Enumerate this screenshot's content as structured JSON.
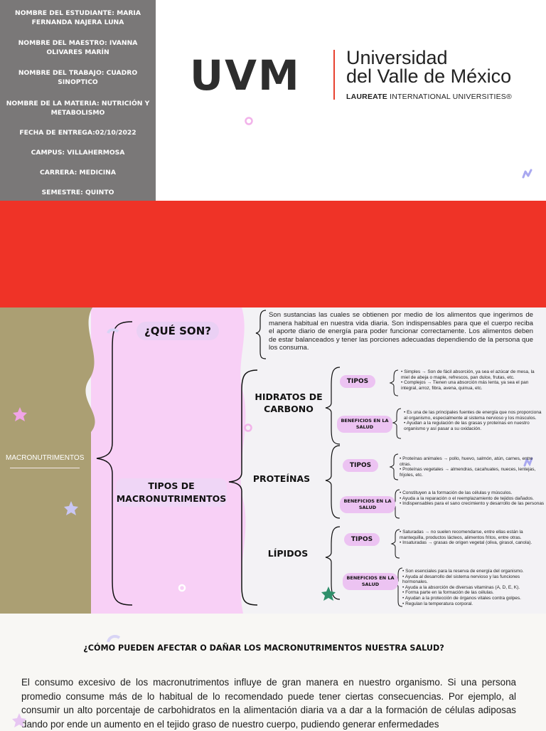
{
  "cover": {
    "student": "NOMBRE DEL ESTUDIANTE: MARIA FERNANDA NAJERA LUNA",
    "teacher": "NOMBRE DEL MAESTRO: IVANNA OLIVARES MARÍN",
    "work": "NOMBRE DEL TRABAJO: CUADRO SINOPTICO",
    "subject": "NOMBRE DE LA MATERIA: NUTRICIÓN Y METABOLISMO",
    "date": "FECHA DE ENTREGA:02/10/2022",
    "campus": "CAMPUS: VILLAHERMOSA",
    "career": "CARRERA: MEDICINA",
    "semester": "SEMESTRE: QUINTO"
  },
  "logo": {
    "letters": "UVM",
    "name_line1": "Universidad",
    "name_line2": "del Valle de México",
    "sub_bold": "LAUREATE",
    "sub_rest": "INTERNATIONAL UNIVERSITIES®"
  },
  "colors": {
    "accent_red": "#ef3327",
    "panel_gray": "#7a7878",
    "olive": "#ab9f73",
    "pink": "#f6d0f6",
    "pill": "#ecc3f2"
  },
  "map": {
    "root": "MACRONUTRIMENTOS",
    "que_son_title": "¿QUÉ SON?",
    "definition": "Son sustancias las cuales se obtienen por medio de los alimentos que ingerimos de manera habitual en nuestra vida diaria. Son indispensables para que el cuerpo reciba el aporte diario de energía para poder funcionar correctamente. Los alimentos deben de estar balanceados y tener las porciones adecuadas dependiendo de la persona que los consuma.",
    "tipos_title": "TIPOS DE MACRONUTRIMENTOS",
    "tipos_label": "TIPOS",
    "beneficios_label": "BENEFICIOS EN LA SALUD",
    "groups": [
      {
        "name": "HIDRATOS DE CARBONO",
        "tipos": [
          "Simples → Son de fácil absorción, ya sea el azúcar de mesa, la miel de abeja o maple, refrescos, pan dulce, frutas, etc.",
          "Complejos → Tienen una absorción más lenta, ya sea el pan integral, arroz, fibra, avena, quinua, etc."
        ],
        "beneficios": [
          "Es una de las principales fuentes de energía que nos proporciona al organismo, especialmente al sistema nervioso y los músculos.",
          "Ayudan a la regulación de las grasas y proteínas en nuestro organismo y así pasar a su oxidación."
        ]
      },
      {
        "name": "PROTEÍNAS",
        "tipos": [
          "Proteínas animales → pollo, huevo, salmón, atún, carnes, entre otras.",
          "Proteínas vegetales → almendras, cacahuates, nueces, lentejas, frijoles, etc."
        ],
        "beneficios": [
          "Constituyen a la formación de las células y músculos.",
          "Ayuda a la reparación o el reemplazamiento de tejidos dañados.",
          "Indispensables para el sano crecimiento y desarrollo de las personas"
        ]
      },
      {
        "name": "LÍPIDOS",
        "tipos": [
          "Saturadas → no suelen recomendarse, entre ellas están la mantequilla, productos lácteos, alimentos fritos, entre otras.",
          "Insaturadas → grasas de origen vegetal (oliva, girasol, canola)."
        ],
        "beneficios": [
          "Son esenciales para la reserva de energía del organismo.",
          "Ayuda al desarrollo del sistema nervioso y las funciones hormonales.",
          "Ayuda a la absorción de diversas vitaminas (A, D, E, K).",
          "Forma parte en la formación de las células.",
          "Ayudan a la protección de órganos vitales contra golpes.",
          "Regulan la temperatura corporal."
        ]
      }
    ]
  },
  "bottom": {
    "question": "¿CÓMO PUEDEN AFECTAR O DAÑAR LOS MACRONUTRIMENTOS NUESTRA SALUD?",
    "paragraph": "El consumo excesivo de los macronutrimentos influye de gran manera en nuestro organismo. Si una persona promedio consume más de lo habitual de lo recomendado puede tener ciertas consecuencias. Por ejemplo, al consumir un alto porcentaje de carbohidratos en la alimentación diaria va a dar a la formación de células adiposas dando por ende un aumento en el tejido graso de nuestro cuerpo, pudiendo generar enfermedades"
  }
}
